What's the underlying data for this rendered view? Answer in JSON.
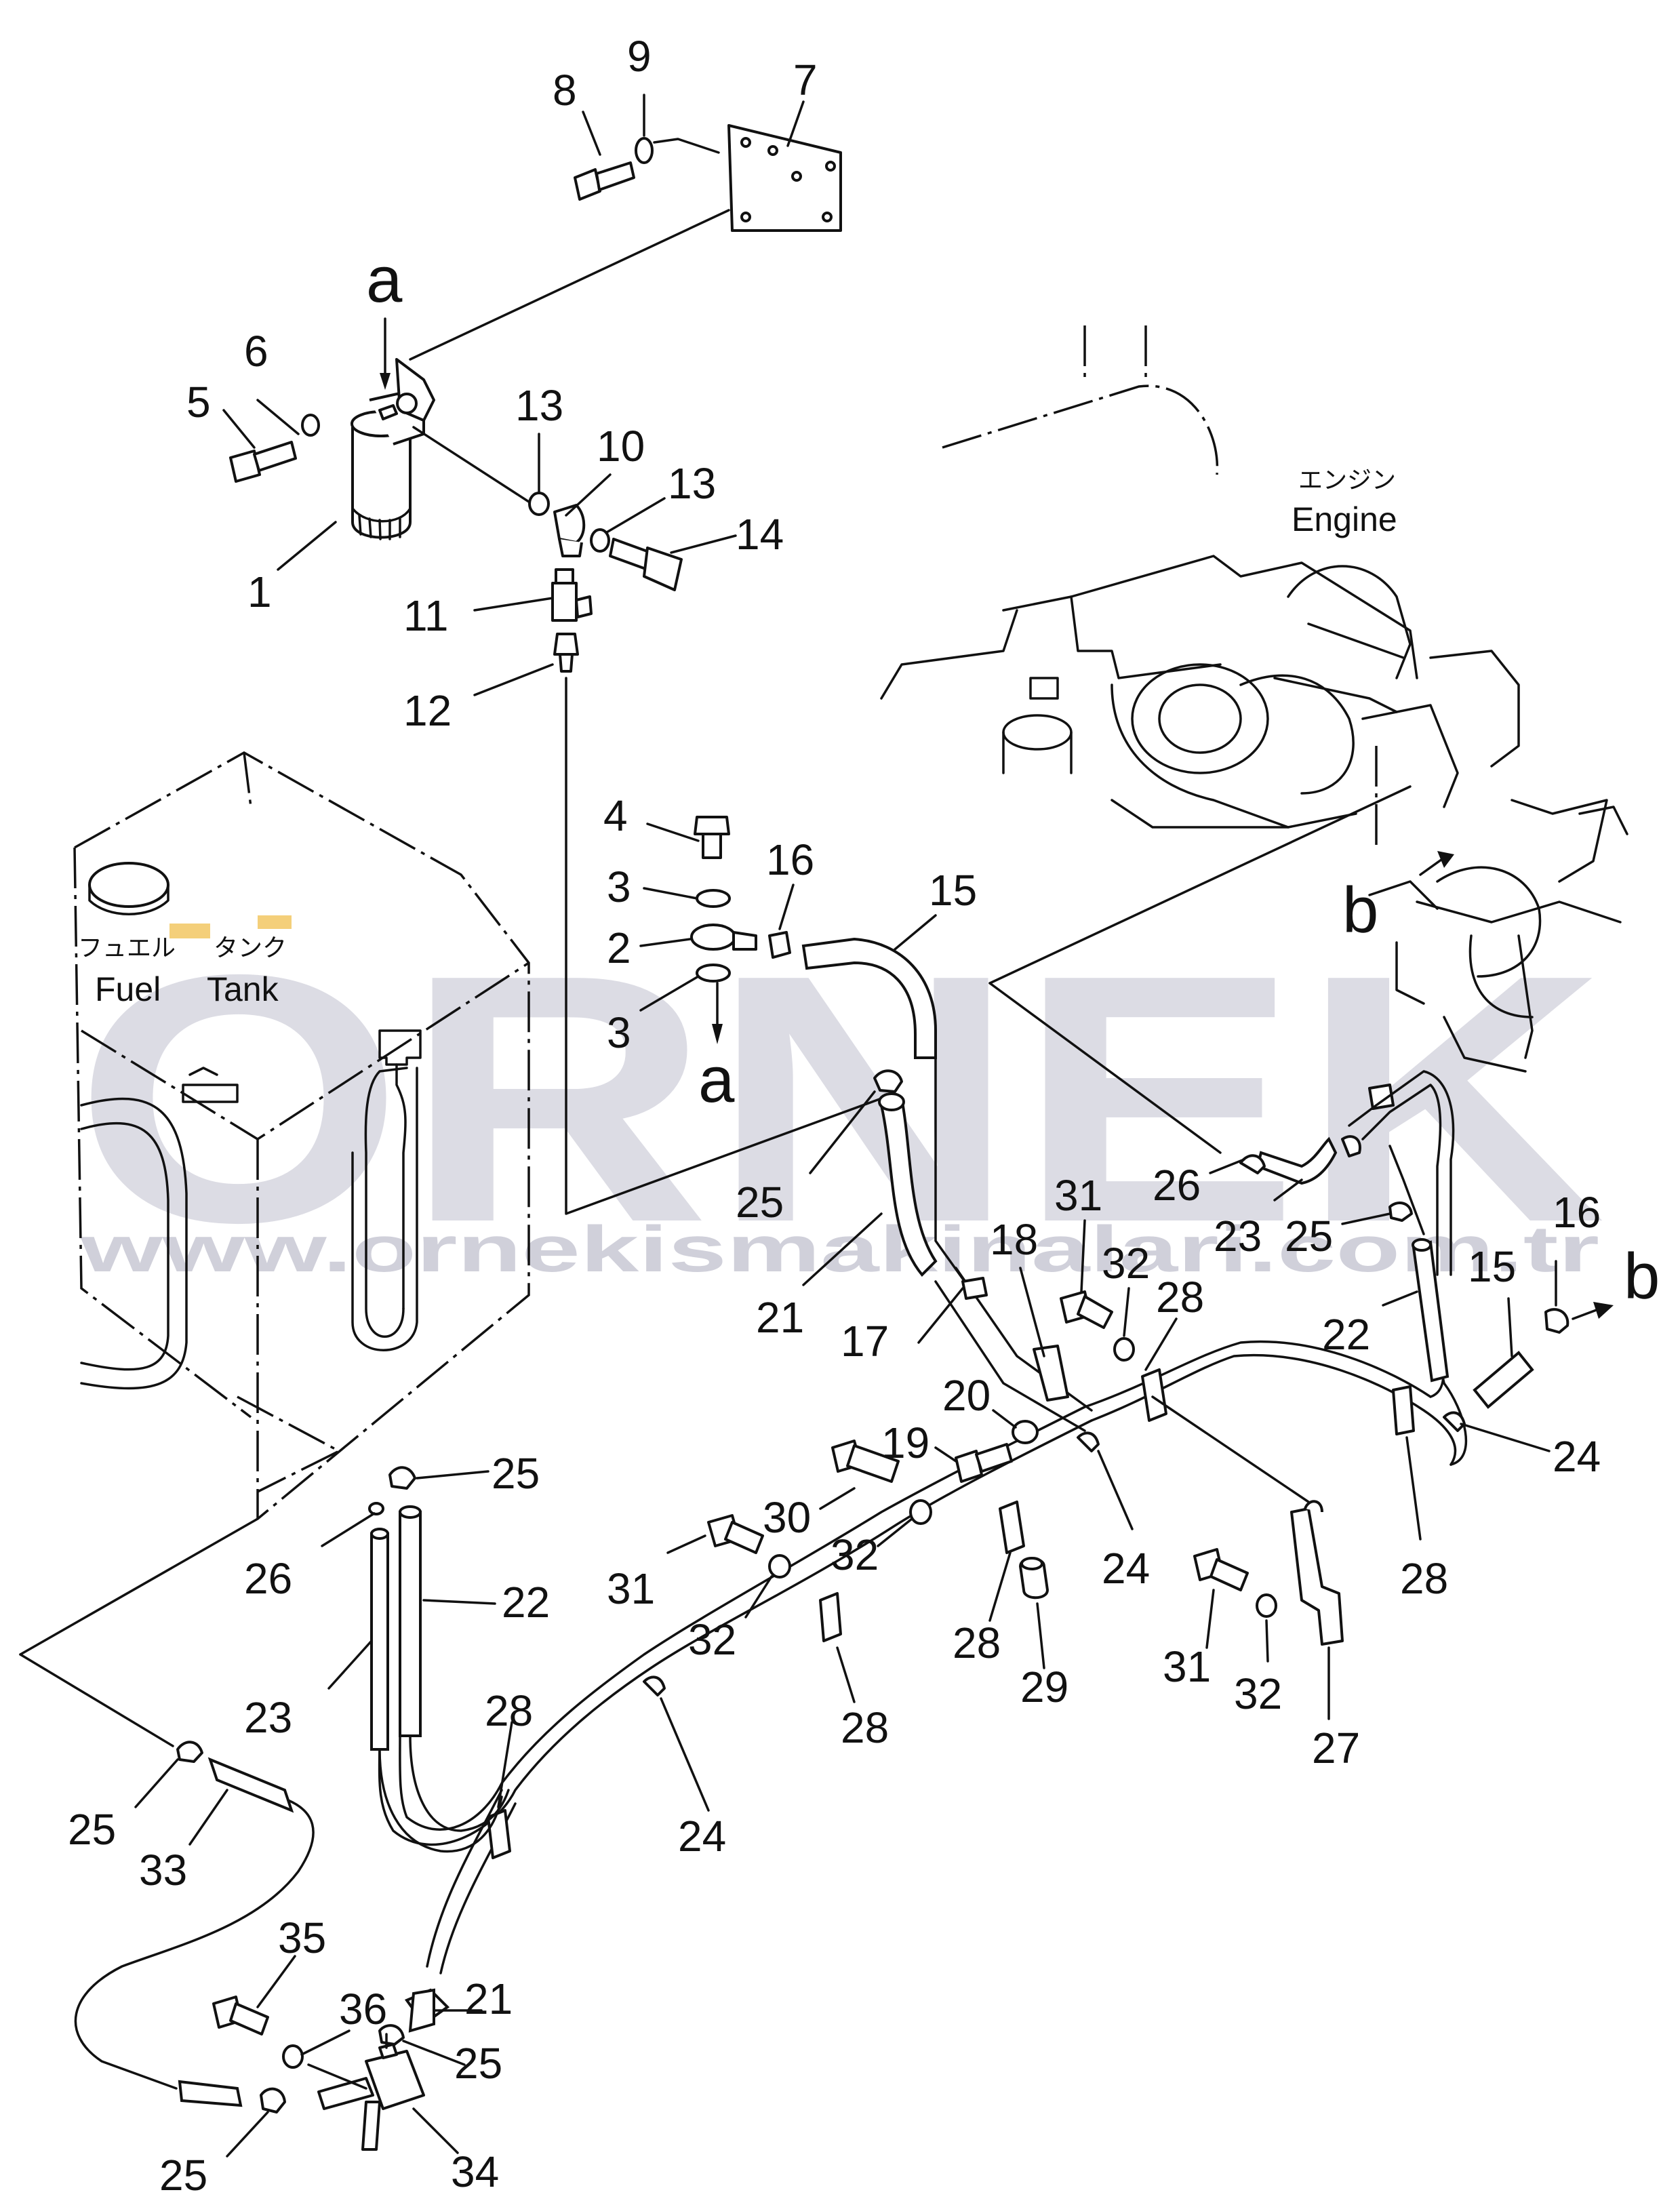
{
  "labels": {
    "engine_jp": "エンジン",
    "engine_en": "Engine",
    "fuel_jp": "フュエル",
    "tank_jp": "タンク",
    "fuel_en": "Fuel",
    "tank_en": "Tank",
    "ref_a_top": "a",
    "ref_a_lower": "a",
    "ref_b_engine": "b",
    "ref_b_right": "b"
  },
  "watermark": {
    "brand": "ORNEK",
    "url": "www.ornekismakinalari.com.tr",
    "color": "#d8d8e0"
  },
  "callouts": [
    {
      "id": "c1",
      "text": "1"
    },
    {
      "id": "c2",
      "text": "2"
    },
    {
      "id": "c3a",
      "text": "3"
    },
    {
      "id": "c3b",
      "text": "3"
    },
    {
      "id": "c4",
      "text": "4"
    },
    {
      "id": "c5",
      "text": "5"
    },
    {
      "id": "c6",
      "text": "6"
    },
    {
      "id": "c7",
      "text": "7"
    },
    {
      "id": "c8",
      "text": "8"
    },
    {
      "id": "c9",
      "text": "9"
    },
    {
      "id": "c10",
      "text": "10"
    },
    {
      "id": "c11",
      "text": "11"
    },
    {
      "id": "c12",
      "text": "12"
    },
    {
      "id": "c13a",
      "text": "13"
    },
    {
      "id": "c13b",
      "text": "13"
    },
    {
      "id": "c14",
      "text": "14"
    },
    {
      "id": "c15a",
      "text": "15"
    },
    {
      "id": "c15b",
      "text": "15"
    },
    {
      "id": "c16a",
      "text": "16"
    },
    {
      "id": "c16b",
      "text": "16"
    },
    {
      "id": "c17",
      "text": "17"
    },
    {
      "id": "c18",
      "text": "18"
    },
    {
      "id": "c19",
      "text": "19"
    },
    {
      "id": "c20",
      "text": "20"
    },
    {
      "id": "c21a",
      "text": "21"
    },
    {
      "id": "c21b",
      "text": "21"
    },
    {
      "id": "c22a",
      "text": "22"
    },
    {
      "id": "c22b",
      "text": "22"
    },
    {
      "id": "c23a",
      "text": "23"
    },
    {
      "id": "c23b",
      "text": "23"
    },
    {
      "id": "c24a",
      "text": "24"
    },
    {
      "id": "c24b",
      "text": "24"
    },
    {
      "id": "c24c",
      "text": "24"
    },
    {
      "id": "c25a",
      "text": "25"
    },
    {
      "id": "c25b",
      "text": "25"
    },
    {
      "id": "c25c",
      "text": "25"
    },
    {
      "id": "c25d",
      "text": "25"
    },
    {
      "id": "c25e",
      "text": "25"
    },
    {
      "id": "c25f",
      "text": "25"
    },
    {
      "id": "c26a",
      "text": "26"
    },
    {
      "id": "c26b",
      "text": "26"
    },
    {
      "id": "c27",
      "text": "27"
    },
    {
      "id": "c28a",
      "text": "28"
    },
    {
      "id": "c28b",
      "text": "28"
    },
    {
      "id": "c28c",
      "text": "28"
    },
    {
      "id": "c28d",
      "text": "28"
    },
    {
      "id": "c28e",
      "text": "28"
    },
    {
      "id": "c29",
      "text": "29"
    },
    {
      "id": "c30",
      "text": "30"
    },
    {
      "id": "c31a",
      "text": "31"
    },
    {
      "id": "c31b",
      "text": "31"
    },
    {
      "id": "c31c",
      "text": "31"
    },
    {
      "id": "c32a",
      "text": "32"
    },
    {
      "id": "c32b",
      "text": "32"
    },
    {
      "id": "c32c",
      "text": "32"
    },
    {
      "id": "c32d",
      "text": "32"
    },
    {
      "id": "c33",
      "text": "33"
    },
    {
      "id": "c34",
      "text": "34"
    },
    {
      "id": "c35",
      "text": "35"
    },
    {
      "id": "c36",
      "text": "36"
    }
  ]
}
